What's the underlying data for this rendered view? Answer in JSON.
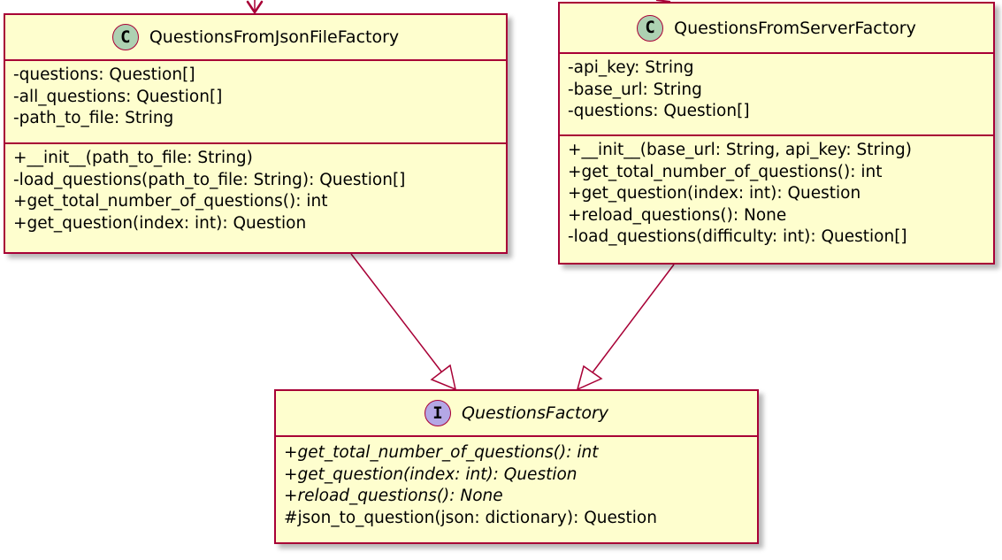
{
  "classes": {
    "json_factory": {
      "stereotype": "C",
      "name": "QuestionsFromJsonFileFactory",
      "attributes": [
        "-questions: Question[]",
        "-all_questions: Question[]",
        "-path_to_file: String"
      ],
      "methods": [
        "+__init__(path_to_file: String)",
        "-load_questions(path_to_file: String): Question[]",
        "+get_total_number_of_questions(): int",
        "+get_question(index: int): Question"
      ]
    },
    "server_factory": {
      "stereotype": "C",
      "name": "QuestionsFromServerFactory",
      "attributes": [
        "-api_key: String",
        "-base_url: String",
        "-questions: Question[]"
      ],
      "methods": [
        "+__init__(base_url: String, api_key: String)",
        "+get_total_number_of_questions(): int",
        "+get_question(index: int): Question",
        "+reload_questions(): None",
        "-load_questions(difficulty: int): Question[]"
      ]
    },
    "factory_interface": {
      "stereotype": "I",
      "name": "QuestionsFactory",
      "methods": [
        "+get_total_number_of_questions(): int",
        "+get_question(index: int): Question",
        "+reload_questions(): None",
        "#json_to_question(json: dictionary): Question"
      ]
    }
  },
  "colors": {
    "border": "#A80036",
    "fill": "#FEFECE",
    "class_icon": "#ADD1B2",
    "interface_icon": "#B4A7E5"
  }
}
